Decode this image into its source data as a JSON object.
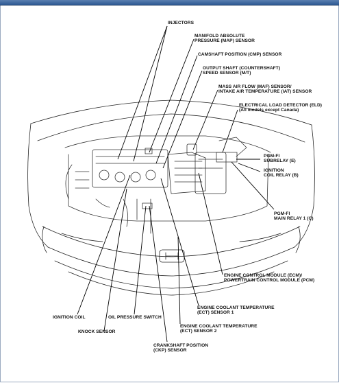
{
  "labels": {
    "injectors": "INJECTORS",
    "map_sensor": "MANIFOLD ABSOLUTE\nPRESSURE (MAP) SENSOR",
    "cmp_sensor": "CAMSHAFT POSITION (CMP) SENSOR",
    "output_shaft_sensor": "OUTPUT SHAFT (COUNTERSHAFT)\nSPEED SENSOR (M/T)",
    "maf_iat_sensor": "MASS AIR FLOW (MAF) SENSOR/\nINTAKE AIR TEMPERATURE (IAT) SENSOR",
    "eld": "ELECTRICAL LOAD DETECTOR (ELD)\n(All models except Canada)",
    "pgm_fi_subrelay": "PGM-FI\nSUBRELAY (E)",
    "ignition_coil_relay": "IGNITION\nCOIL RELAY (B)",
    "pgm_fi_main_relay": "PGM-FI\nMAIN RELAY 1 (C)",
    "ecm_pcm": "ENGINE CONTROL MODULE (ECM)/\nPOWERTRAIN CONTROL MODULE (PCM)",
    "ect_sensor_1": "ENGINE COOLANT TEMPERATURE\n(ECT) SENSOR 1",
    "ect_sensor_2": "ENGINE COOLANT TEMPERATURE\n(ECT) SENSOR 2",
    "ignition_coil": "IGNITION COIL",
    "knock_sensor": "KNOCK SENSOR",
    "oil_pressure_switch": "OIL PRESSURE SWITCH",
    "ckp_sensor": "CRANKSHAFT POSITION\n(CKP) SENSOR"
  }
}
